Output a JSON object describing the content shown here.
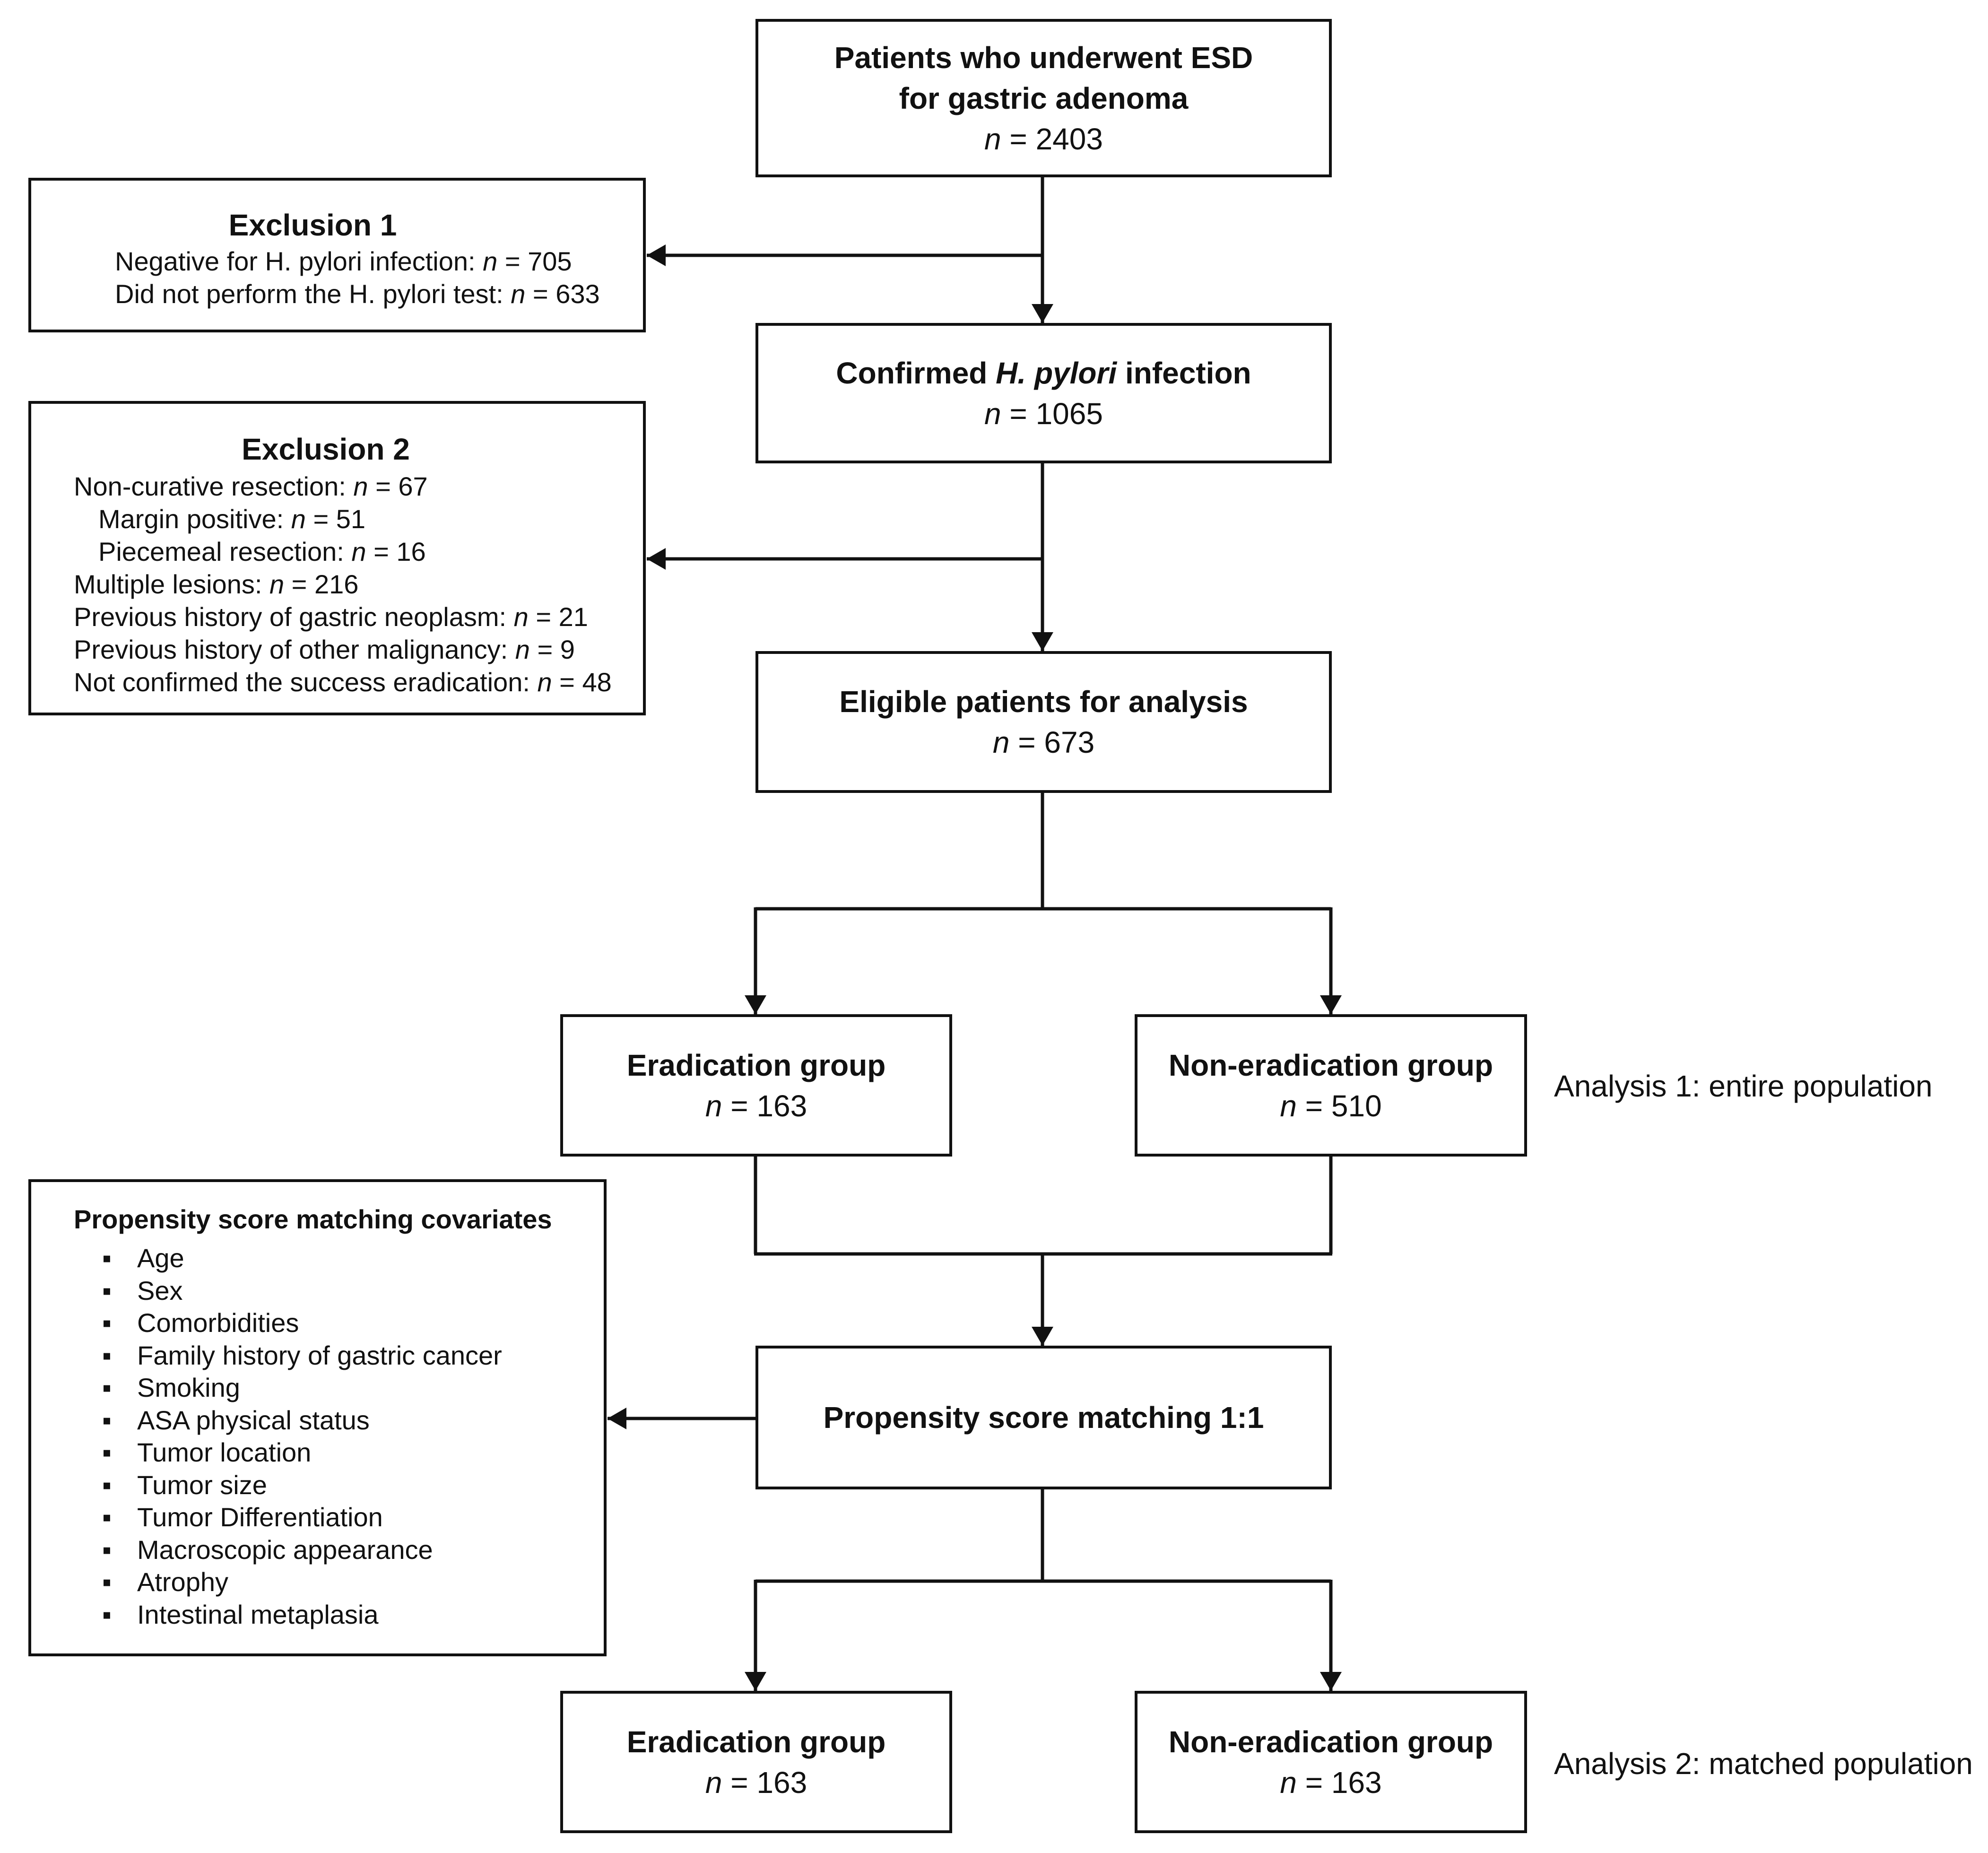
{
  "diagram": {
    "boxes": {
      "start": {
        "title": [
          "Patients who underwent ESD",
          "for gastric adenoma"
        ],
        "n_prefix": "n",
        "n_value": " = 2403"
      },
      "confirmed": {
        "title_pre": "Confirmed ",
        "title_italic": "H. pylori",
        "title_post": " infection",
        "n_prefix": "n",
        "n_value": " = 1065"
      },
      "eligible": {
        "title": "Eligible patients for analysis",
        "n_prefix": "n",
        "n_value": " = 673"
      },
      "erad1": {
        "title": "Eradication group",
        "n_prefix": "n",
        "n_value": " = 163"
      },
      "nonerad1": {
        "title": "Non-eradication group",
        "n_prefix": "n",
        "n_value": " = 510"
      },
      "psm": {
        "title": "Propensity score matching 1:1"
      },
      "erad2": {
        "title": "Eradication group",
        "n_prefix": "n",
        "n_value": " = 163"
      },
      "nonerad2": {
        "title": "Non-eradication group",
        "n_prefix": "n",
        "n_value": " = 163"
      }
    },
    "exclusion1": {
      "title": "Exclusion 1",
      "lines": [
        {
          "text": "Negative for H. pylori infection: ",
          "n": "n",
          "value": " = 705"
        },
        {
          "text": "Did not perform the H. pylori test: ",
          "n": "n",
          "value": " = 633"
        }
      ]
    },
    "exclusion2": {
      "title": "Exclusion 2",
      "lines": [
        {
          "text": "Non-curative resection: ",
          "n": "n",
          "value": " = 67"
        },
        {
          "text": "Margin positive: ",
          "n": "n",
          "value": " = 51"
        },
        {
          "text": "Piecemeal resection: ",
          "n": "n",
          "value": " = 16"
        },
        {
          "text": "Multiple lesions: ",
          "n": "n",
          "value": " = 216"
        },
        {
          "text": "Previous history of gastric neoplasm: ",
          "n": "n",
          "value": " = 21"
        },
        {
          "text": "Previous history of other malignancy: ",
          "n": "n",
          "value": " = 9"
        },
        {
          "text": "Not confirmed the success eradication: ",
          "n": "n",
          "value": " = 48"
        }
      ]
    },
    "covariates": {
      "title": "Propensity score matching covariates",
      "bullet": "▪",
      "items": [
        "Age",
        "Sex",
        "Comorbidities",
        "Family history of gastric cancer",
        "Smoking",
        "ASA physical status",
        "Tumor location",
        "Tumor size",
        "Tumor Differentiation",
        "Macroscopic appearance",
        "Atrophy",
        "Intestinal metaplasia"
      ]
    },
    "side_labels": {
      "analysis1": "Analysis 1: entire population",
      "analysis2": "Analysis 2: matched population"
    }
  }
}
